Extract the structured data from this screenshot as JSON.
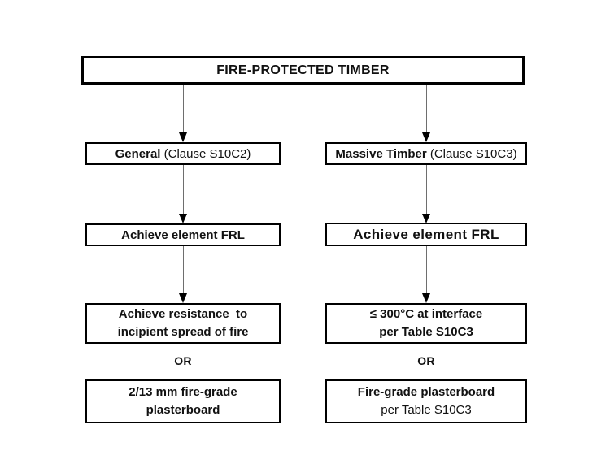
{
  "flowchart": {
    "root_label": "FIRE-PROTECTED TIMBER",
    "or_label": "OR",
    "left": {
      "branch_bold": "General",
      "branch_rest": " (Clause S10C2)",
      "frl_label": "Achieve element FRL",
      "req_line1": "Achieve resistance  to",
      "req_line2": "incipient spread of fire",
      "alt_line1": "2/13 mm fire-grade",
      "alt_line2": "plasterboard"
    },
    "right": {
      "branch_bold": "Massive Timber",
      "branch_rest": " (Clause S10C3)",
      "frl_label": "Achieve element FRL",
      "req_line1": "≤ 300°C at interface",
      "req_line2": "per Table S10C3",
      "alt_line1": "Fire-grade plasterboard",
      "alt_line2": "per Table S10C3"
    },
    "colors": {
      "box_border": "#000000",
      "connector_line": "#6e6e6e",
      "arrowhead": "#000000",
      "background": "#ffffff",
      "text": "#111111"
    }
  }
}
